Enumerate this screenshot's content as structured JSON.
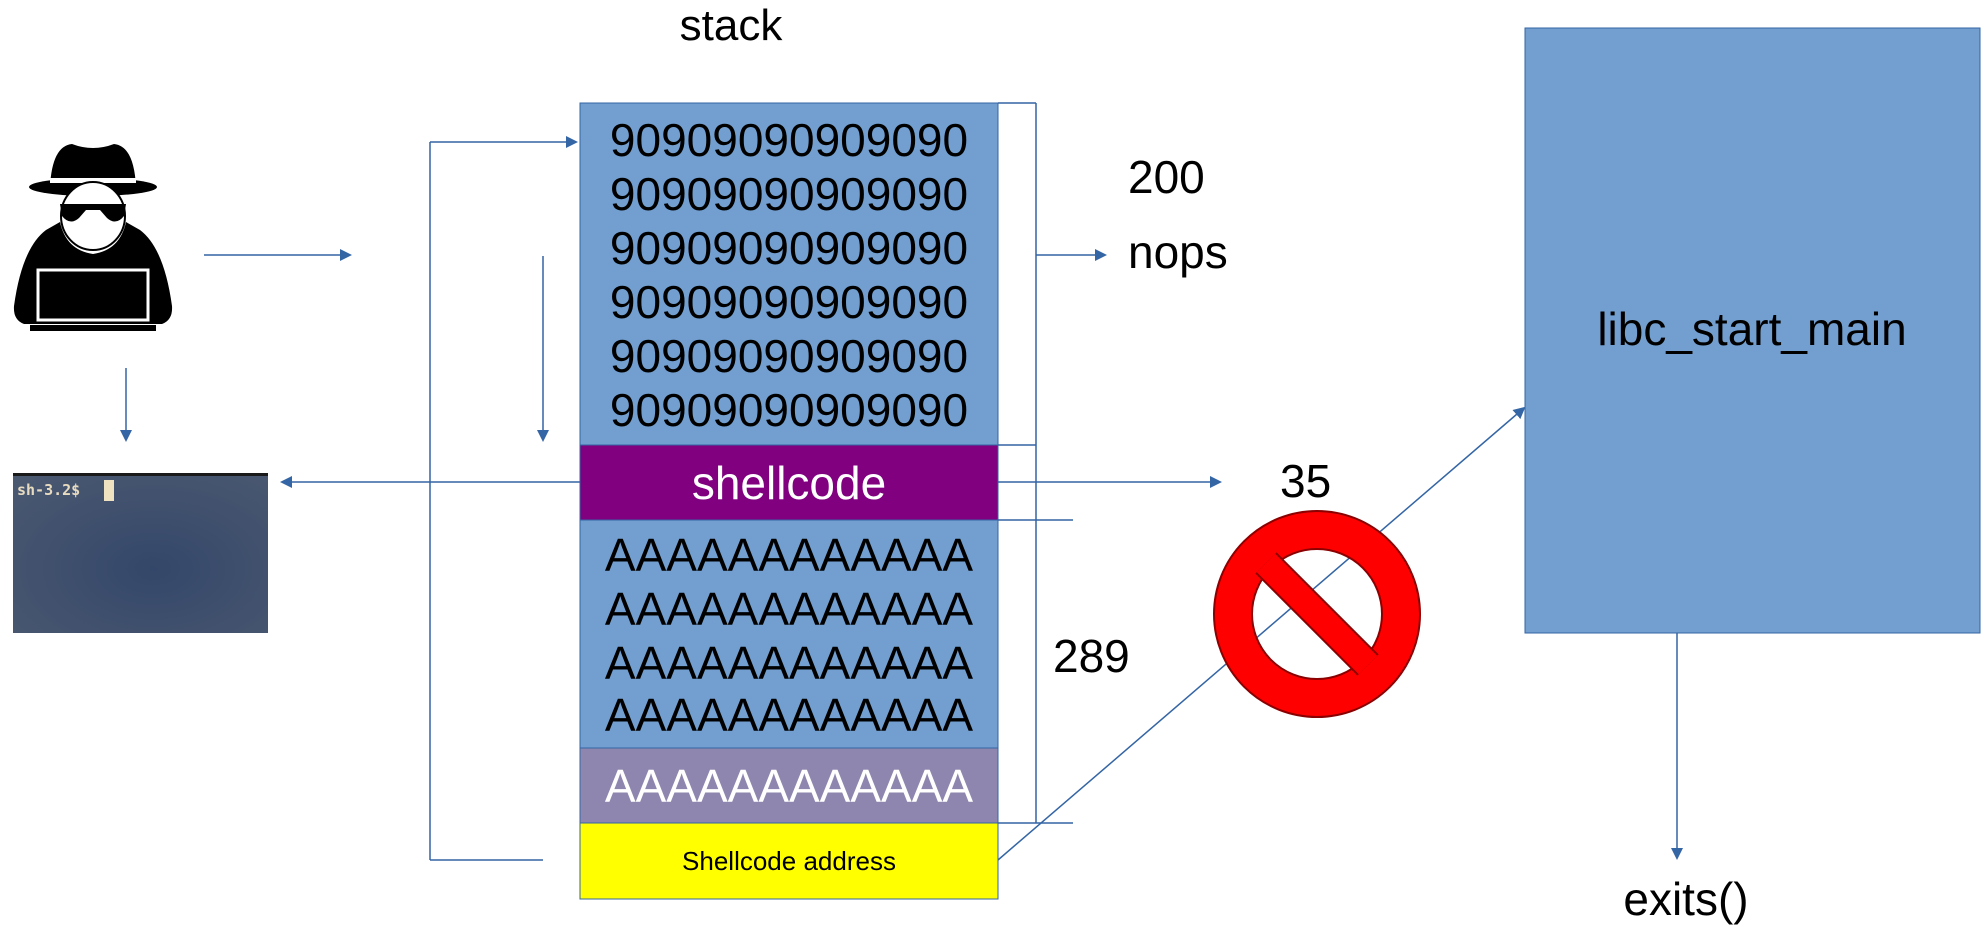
{
  "colors": {
    "box_blue": "#729fcf",
    "box_border": "#3465a4",
    "shellcode_purple": "#800080",
    "padding_grey_purple": "#8e86ae",
    "address_yellow": "#ffff00",
    "arrow_blue": "#3465a4",
    "terminal_bg": "#3b4b66",
    "terminal_text": "#e8dcc0",
    "no_sign_red": "#ff0000"
  },
  "stack": {
    "title": "stack",
    "nop_rows": [
      "90909090909090",
      "90909090909090",
      "90909090909090",
      "90909090909090",
      "90909090909090",
      "90909090909090"
    ],
    "shellcode_label": "shellcode",
    "padding_rows": [
      "AAAAAAAAAAAA",
      "AAAAAAAAAAAA",
      "AAAAAAAAAAAA",
      "AAAAAAAAAAAA"
    ],
    "saved_frame_label": "AAAAAAAAAAAA",
    "return_address_label": "Shellcode address"
  },
  "annotations": {
    "nop_count": "200",
    "nop_label": "nops",
    "shellcode_size": "35",
    "padding_size": "289"
  },
  "terminal": {
    "prompt": "sh-3.2$"
  },
  "libc": {
    "label": "libc_start_main",
    "exit_label": "exits()"
  },
  "icons": {
    "attacker": "hacker-icon",
    "terminal": "terminal-icon",
    "blocked": "no-entry-icon"
  }
}
